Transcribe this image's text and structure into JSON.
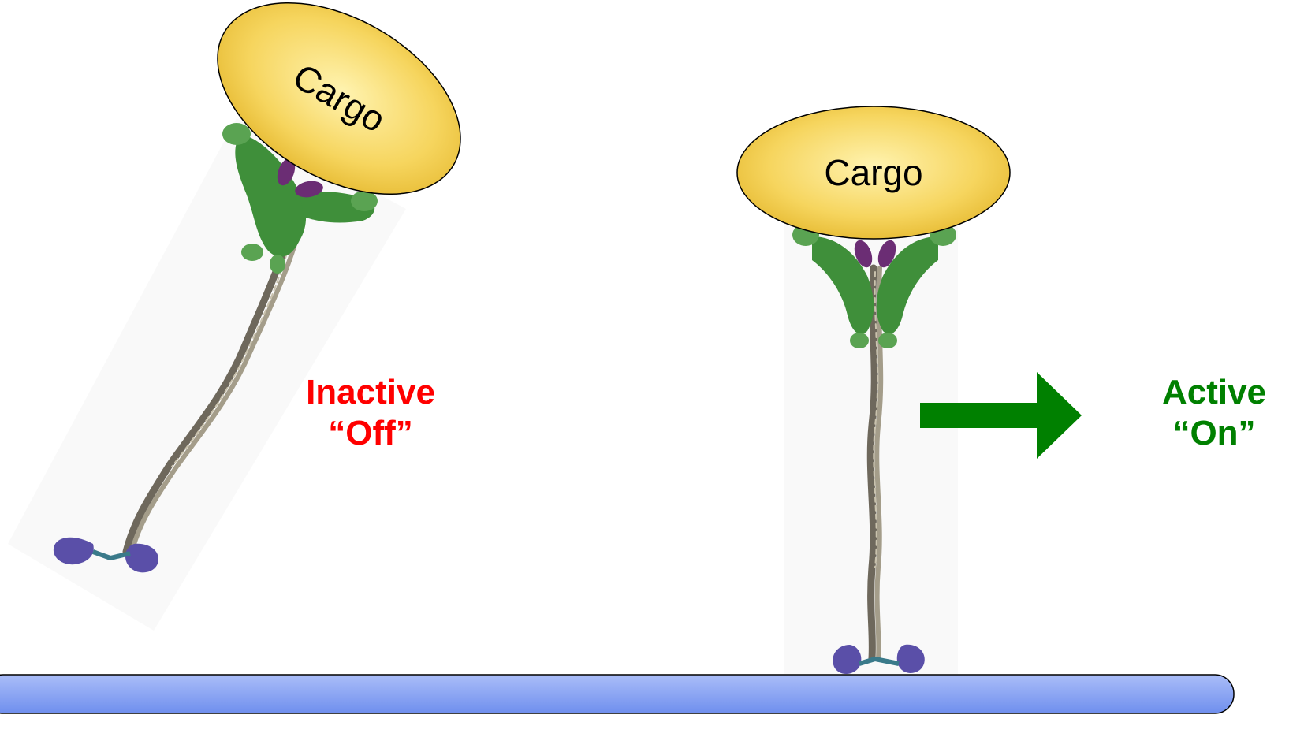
{
  "cargo_left": {
    "text": "Cargo"
  },
  "cargo_right": {
    "text": "Cargo"
  },
  "state_inactive": {
    "line1": "Inactive",
    "line2": "“Off”",
    "color": "#ff0000"
  },
  "state_active": {
    "line1": "Active",
    "line2": "“On”",
    "color": "#008000"
  },
  "colors": {
    "cargo_fill": "#f2c94c",
    "cargo_highlight": "#fff3b0",
    "cargo_stroke": "#000000",
    "tail_domain": "#3f8f3a",
    "light_chain": "#6b2d74",
    "stalk": "#8d8676",
    "motor_head": "#5a4fa8",
    "arrow": "#008000",
    "track_fill": "#7f9df4",
    "track_stroke": "#000000"
  }
}
